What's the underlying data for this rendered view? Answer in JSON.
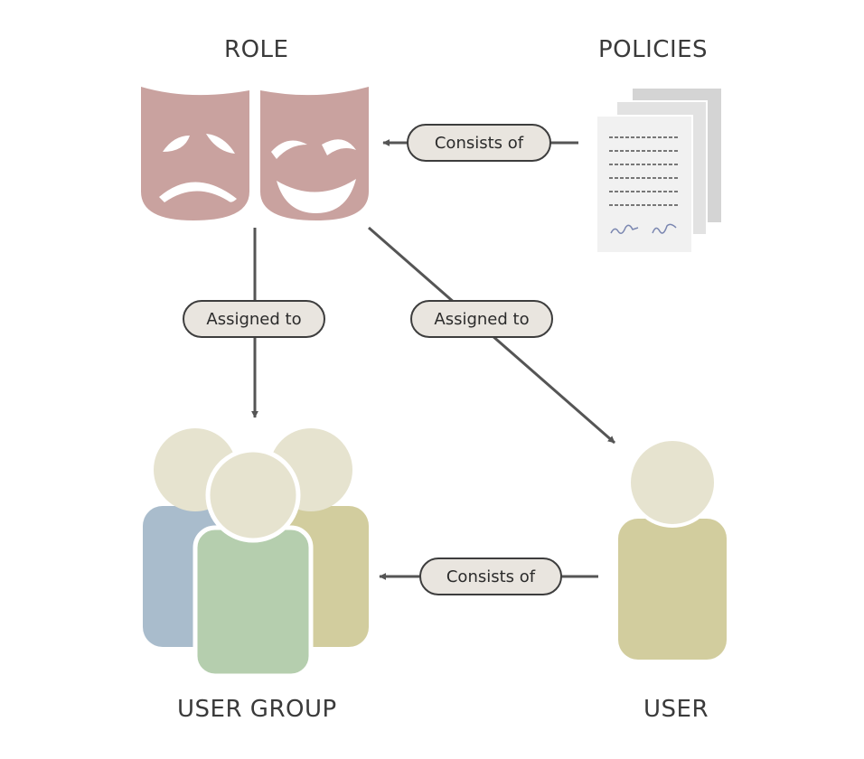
{
  "labels": {
    "role": "ROLE",
    "policies": "POLICIES",
    "user_group": "USER GROUP",
    "user": "USER"
  },
  "relations": {
    "policies_to_role": "Consists of",
    "role_to_group": "Assigned to",
    "role_to_user": "Assigned to",
    "user_to_group": "Consists of"
  },
  "colors": {
    "mask": "#c9a29f",
    "paper": "#e3e3e3",
    "paper_front": "#f1f1f1",
    "head": "#e6e3cf",
    "body_blue": "#a9bccc",
    "body_green": "#b5ceae",
    "body_khaki": "#d2cd9e",
    "pill_fill": "#e9e5df",
    "arrow": "#555555"
  }
}
